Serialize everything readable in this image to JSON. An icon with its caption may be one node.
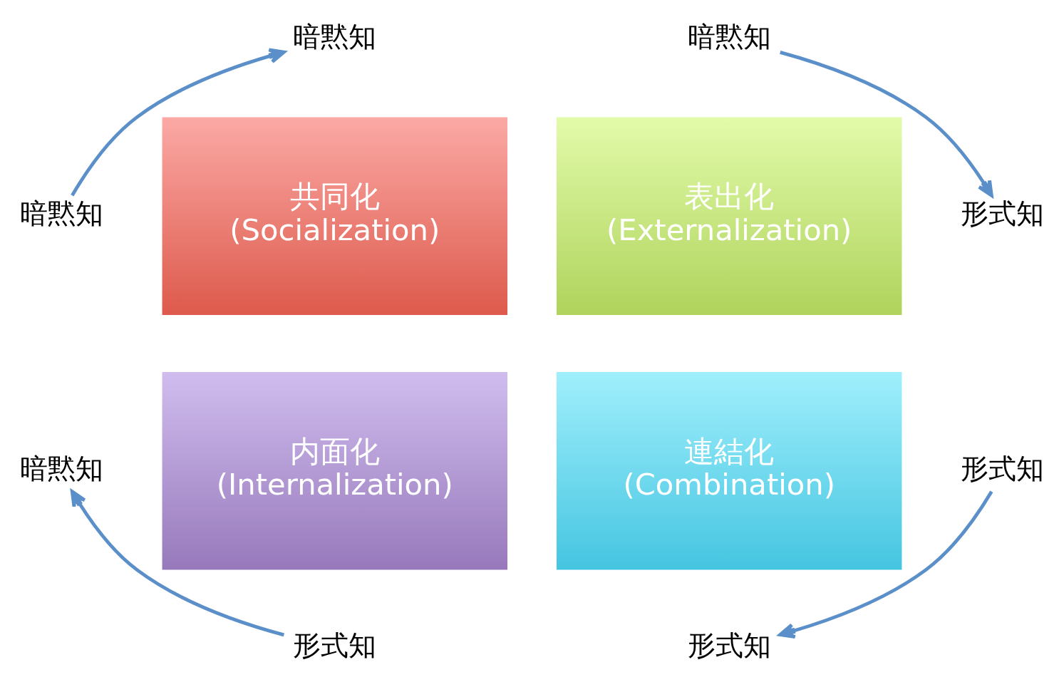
{
  "diagram": {
    "nodes": [
      {
        "text": [
          "暗黙知"
        ]
      },
      {
        "text": [
          "暗黙知"
        ]
      },
      {
        "text": [
          "暗黙知"
        ]
      },
      {
        "text": [
          "共同化",
          "(Socialization)"
        ]
      },
      {
        "text": [
          "表出化",
          "(Externalization)"
        ]
      },
      {
        "text": [
          "形式知"
        ]
      },
      {
        "text": [
          "内面化",
          "(Internalization)"
        ]
      },
      {
        "text": [
          "連結化",
          "(Combination)"
        ]
      },
      {
        "text": [
          "形式知"
        ]
      },
      {
        "text": [
          "暗黙知"
        ]
      },
      {
        "text": [
          "形式知"
        ]
      },
      {
        "text": [
          "形式知"
        ]
      }
    ],
    "edges": [
      {
        "from": 2,
        "to": 0,
        "arrow": "to"
      },
      {
        "from": 1,
        "to": 5,
        "arrow": "to"
      },
      {
        "from": 8,
        "to": 11,
        "arrow": "to"
      },
      {
        "from": 10,
        "to": 9,
        "arrow": "to"
      }
    ]
  }
}
